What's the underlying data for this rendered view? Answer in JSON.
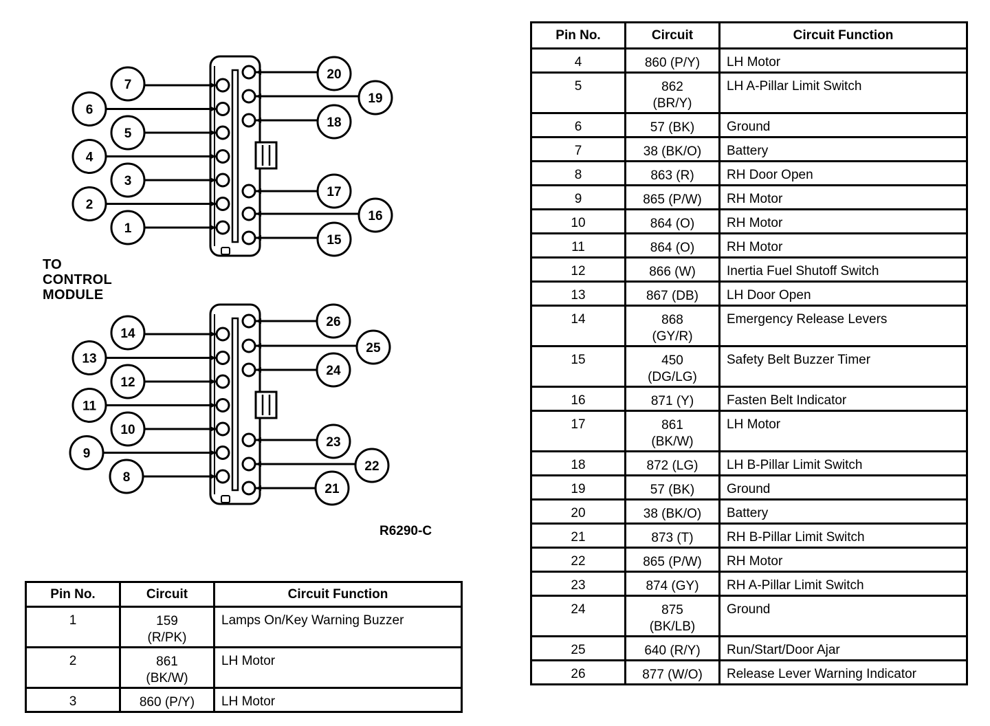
{
  "diagram": {
    "side_label_lines": [
      "TO",
      "CONTROL",
      "MODULE"
    ],
    "ref_code": "R6290-C",
    "upper_connector": {
      "left_pins": [
        "7",
        "6",
        "5",
        "4",
        "3",
        "2",
        "1"
      ],
      "right_pins": [
        "20",
        "19",
        "18",
        "17",
        "16",
        "15"
      ]
    },
    "lower_connector": {
      "left_pins": [
        "14",
        "13",
        "12",
        "11",
        "10",
        "9",
        "8"
      ],
      "right_pins": [
        "26",
        "25",
        "24",
        "23",
        "22",
        "21"
      ]
    }
  },
  "table_left": {
    "headers": [
      "Pin No.",
      "Circuit",
      "Circuit Function"
    ],
    "rows": [
      {
        "pin": "1",
        "circuit": [
          "159",
          "(R/PK)"
        ],
        "function": "Lamps On/Key Warning Buzzer"
      },
      {
        "pin": "2",
        "circuit": [
          "861",
          "(BK/W)"
        ],
        "function": "LH Motor"
      },
      {
        "pin": "3",
        "circuit": [
          "860 (P/Y)"
        ],
        "function": "LH Motor"
      }
    ]
  },
  "table_right": {
    "headers": [
      "Pin No.",
      "Circuit",
      "Circuit Function"
    ],
    "rows": [
      {
        "pin": "4",
        "circuit": [
          "860 (P/Y)"
        ],
        "function": "LH Motor"
      },
      {
        "pin": "5",
        "circuit": [
          "862",
          "(BR/Y)"
        ],
        "function": "LH A-Pillar Limit Switch"
      },
      {
        "pin": "6",
        "circuit": [
          "57 (BK)"
        ],
        "function": "Ground"
      },
      {
        "pin": "7",
        "circuit": [
          "38 (BK/O)"
        ],
        "function": "Battery"
      },
      {
        "pin": "8",
        "circuit": [
          "863 (R)"
        ],
        "function": "RH Door Open"
      },
      {
        "pin": "9",
        "circuit": [
          "865 (P/W)"
        ],
        "function": "RH Motor"
      },
      {
        "pin": "10",
        "circuit": [
          "864 (O)"
        ],
        "function": "RH Motor"
      },
      {
        "pin": "11",
        "circuit": [
          "864 (O)"
        ],
        "function": "RH Motor"
      },
      {
        "pin": "12",
        "circuit": [
          "866 (W)"
        ],
        "function": "Inertia Fuel Shutoff Switch"
      },
      {
        "pin": "13",
        "circuit": [
          "867 (DB)"
        ],
        "function": "LH Door Open"
      },
      {
        "pin": "14",
        "circuit": [
          "868",
          "(GY/R)"
        ],
        "function": "Emergency Release Levers"
      },
      {
        "pin": "15",
        "circuit": [
          "450",
          "(DG/LG)"
        ],
        "function": "Safety Belt Buzzer Timer"
      },
      {
        "pin": "16",
        "circuit": [
          "871 (Y)"
        ],
        "function": "Fasten Belt Indicator"
      },
      {
        "pin": "17",
        "circuit": [
          "861",
          "(BK/W)"
        ],
        "function": "LH Motor"
      },
      {
        "pin": "18",
        "circuit": [
          "872 (LG)"
        ],
        "function": "LH B-Pillar Limit Switch"
      },
      {
        "pin": "19",
        "circuit": [
          "57 (BK)"
        ],
        "function": "Ground"
      },
      {
        "pin": "20",
        "circuit": [
          "38 (BK/O)"
        ],
        "function": "Battery"
      },
      {
        "pin": "21",
        "circuit": [
          "873 (T)"
        ],
        "function": "RH B-Pillar Limit Switch"
      },
      {
        "pin": "22",
        "circuit": [
          "865 (P/W)"
        ],
        "function": "RH Motor"
      },
      {
        "pin": "23",
        "circuit": [
          "874 (GY)"
        ],
        "function": "RH A-Pillar Limit Switch"
      },
      {
        "pin": "24",
        "circuit": [
          "875",
          "(BK/LB)"
        ],
        "function": "Ground"
      },
      {
        "pin": "25",
        "circuit": [
          "640 (R/Y)"
        ],
        "function": "Run/Start/Door Ajar"
      },
      {
        "pin": "26",
        "circuit": [
          "877 (W/O)"
        ],
        "function": "Release Lever Warning Indicator"
      }
    ]
  }
}
